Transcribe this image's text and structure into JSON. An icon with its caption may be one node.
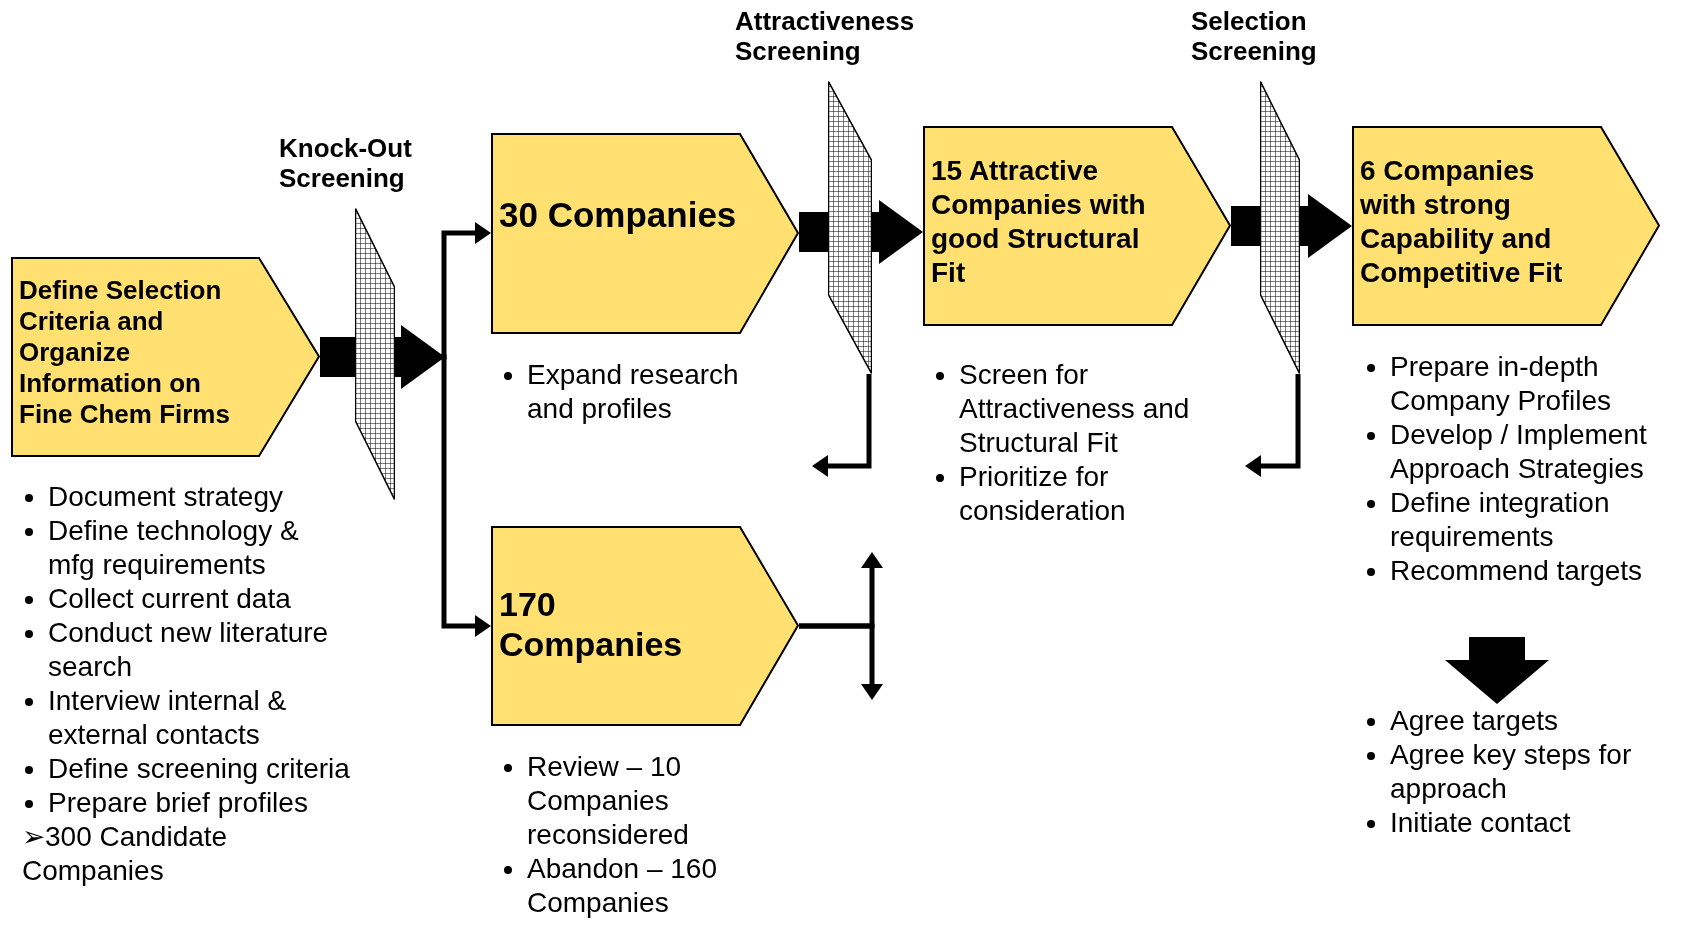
{
  "diagram": {
    "nodes": [
      {
        "text": [
          "Define Selection Criteria and Organize Information on Fine Chem Firms"
        ],
        "beside": [
          "Document strategy",
          "Define technology & mfg requirements",
          "Collect current data",
          "Conduct new literature search",
          "Interview internal & external contacts",
          "Define screening criteria",
          "Prepare brief profiles",
          "➢300 Candidate Companies"
        ]
      },
      {
        "text": [
          "Knock-Out Screening"
        ]
      },
      {
        "text": [
          "30 Companies"
        ],
        "beside": [
          "Expand research and profiles"
        ]
      },
      {
        "text": [
          "170 Companies"
        ],
        "beside": [
          "Review – 10 Companies reconsidered",
          "Abandon – 160 Companies"
        ]
      },
      {
        "text": [
          "Attractiveness Screening"
        ]
      },
      {
        "text": [
          "15 Attractive Companies with good Structural Fit"
        ],
        "beside": [
          "Screen for Attractiveness and Structural Fit",
          "Prioritize for consideration"
        ]
      },
      {
        "text": [
          "Selection Screening"
        ]
      },
      {
        "text": [
          "6 Companies with strong Capability and Competitive Fit"
        ],
        "beside": [
          "Prepare in-depth Company Profiles",
          "Develop / Implement Approach Strategies",
          "Define integration requirements",
          "Recommend targets"
        ]
      },
      {
        "text": [
          "Agree targets",
          "Agree key steps for approach",
          "Initiate contact"
        ]
      }
    ],
    "edges": [
      {
        "from": 0,
        "to": 1,
        "arrow": "none",
        "style": "thick"
      },
      {
        "from": 1,
        "to": 2,
        "arrow": "to"
      },
      {
        "from": 1,
        "to": 3,
        "arrow": "to"
      },
      {
        "from": 2,
        "to": 4,
        "arrow": "none",
        "style": "thick"
      },
      {
        "from": 4,
        "to": 5,
        "arrow": "to",
        "style": "thick"
      },
      {
        "from": 4,
        "to": null,
        "arrow": "to"
      },
      {
        "from": 3,
        "to": null,
        "arrow": "to"
      },
      {
        "from": 3,
        "to": null,
        "arrow": "to"
      },
      {
        "from": 5,
        "to": 6,
        "arrow": "none",
        "style": "thick"
      },
      {
        "from": 6,
        "to": 7,
        "arrow": "to",
        "style": "thick"
      },
      {
        "from": 6,
        "to": null,
        "arrow": "to"
      },
      {
        "from": null,
        "to": 8,
        "arrow": "to",
        "style": "thick"
      }
    ]
  }
}
